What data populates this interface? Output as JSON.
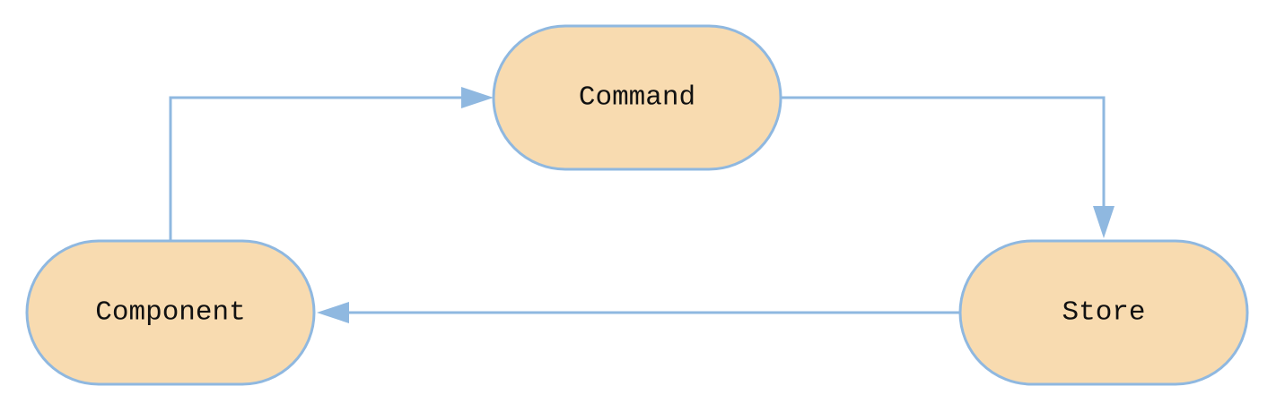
{
  "diagram": {
    "nodes": [
      {
        "id": "command",
        "label": "Command"
      },
      {
        "id": "store",
        "label": "Store"
      },
      {
        "id": "component",
        "label": "Component"
      }
    ],
    "edges": [
      {
        "from": "component",
        "to": "command"
      },
      {
        "from": "command",
        "to": "store"
      },
      {
        "from": "store",
        "to": "component"
      }
    ],
    "colors": {
      "node_fill": "#f8dbb0",
      "node_stroke": "#8fb8e0",
      "edge": "#8fb8e0",
      "text": "#111111"
    }
  }
}
